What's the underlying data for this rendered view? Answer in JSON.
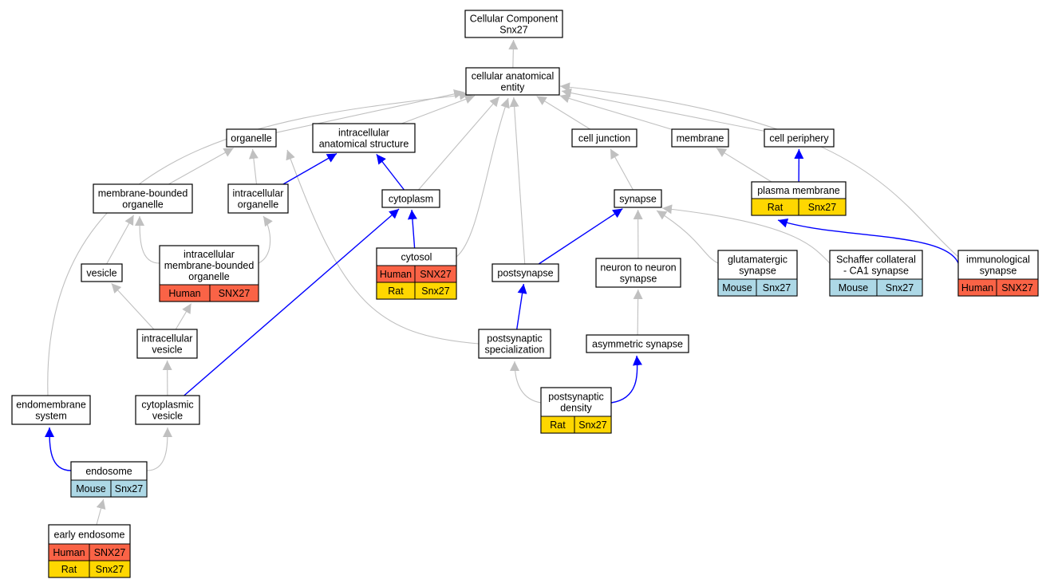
{
  "colors": {
    "Human": "#fa6346",
    "Rat": "#ffd700",
    "Mouse": "#add8e6",
    "edge_default": "#c0c0c0",
    "edge_highlight": "#0000ff"
  },
  "nodes": {
    "root": {
      "lines": [
        "Cellular Component",
        "Snx27"
      ]
    },
    "cae": {
      "lines": [
        "cellular anatomical",
        "entity"
      ]
    },
    "organelle": {
      "lines": [
        "organelle"
      ]
    },
    "ias": {
      "lines": [
        "intracellular",
        "anatomical structure"
      ]
    },
    "celljunction": {
      "lines": [
        "cell junction"
      ]
    },
    "membrane": {
      "lines": [
        "membrane"
      ]
    },
    "cellperiphery": {
      "lines": [
        "cell periphery"
      ]
    },
    "mbo": {
      "lines": [
        "membrane-bounded",
        "organelle"
      ]
    },
    "io": {
      "lines": [
        "intracellular",
        "organelle"
      ]
    },
    "cytoplasm": {
      "lines": [
        "cytoplasm"
      ]
    },
    "synapse": {
      "lines": [
        "synapse"
      ]
    },
    "plasmamembrane": {
      "lines": [
        "plasma membrane"
      ],
      "rows": [
        [
          "Rat",
          "Snx27"
        ]
      ]
    },
    "vesicle": {
      "lines": [
        "vesicle"
      ]
    },
    "imbo": {
      "lines": [
        "intracellular",
        "membrane-bounded",
        "organelle"
      ],
      "rows": [
        [
          "Human",
          "SNX27"
        ]
      ]
    },
    "cytosol": {
      "lines": [
        "cytosol"
      ],
      "rows": [
        [
          "Human",
          "SNX27"
        ],
        [
          "Rat",
          "Snx27"
        ]
      ]
    },
    "postsynapse": {
      "lines": [
        "postsynapse"
      ]
    },
    "n2n": {
      "lines": [
        "neuron to neuron",
        "synapse"
      ]
    },
    "glut": {
      "lines": [
        "glutamatergic",
        "synapse"
      ],
      "rows": [
        [
          "Mouse",
          "Snx27"
        ]
      ]
    },
    "schaffer": {
      "lines": [
        "Schaffer collateral",
        "- CA1 synapse"
      ],
      "rows": [
        [
          "Mouse",
          "Snx27"
        ]
      ]
    },
    "immuno": {
      "lines": [
        "immunological",
        "synapse"
      ],
      "rows": [
        [
          "Human",
          "SNX27"
        ]
      ]
    },
    "iv": {
      "lines": [
        "intracellular",
        "vesicle"
      ]
    },
    "pss": {
      "lines": [
        "postsynaptic",
        "specialization"
      ]
    },
    "asym": {
      "lines": [
        "asymmetric synapse"
      ]
    },
    "endomembrane": {
      "lines": [
        "endomembrane",
        "system"
      ]
    },
    "cv": {
      "lines": [
        "cytoplasmic",
        "vesicle"
      ]
    },
    "psd": {
      "lines": [
        "postsynaptic",
        "density"
      ],
      "rows": [
        [
          "Rat",
          "Snx27"
        ]
      ]
    },
    "endosome": {
      "lines": [
        "endosome"
      ],
      "rows": [
        [
          "Mouse",
          "Snx27"
        ]
      ]
    },
    "earlyendo": {
      "lines": [
        "early endosome"
      ],
      "rows": [
        [
          "Human",
          "SNX27"
        ],
        [
          "Rat",
          "Snx27"
        ]
      ]
    }
  },
  "edges": [
    {
      "from": "cae",
      "to": "root",
      "highlight": false
    },
    {
      "from": "organelle",
      "to": "cae",
      "highlight": false
    },
    {
      "from": "ias",
      "to": "cae",
      "highlight": false
    },
    {
      "from": "celljunction",
      "to": "cae",
      "highlight": false
    },
    {
      "from": "membrane",
      "to": "cae",
      "highlight": false
    },
    {
      "from": "cellperiphery",
      "to": "cae",
      "highlight": false
    },
    {
      "from": "endomembrane",
      "to": "cae",
      "highlight": false
    },
    {
      "from": "cytoplasm",
      "to": "cae",
      "highlight": false
    },
    {
      "from": "cytosol",
      "to": "cae",
      "highlight": false
    },
    {
      "from": "postsynapse",
      "to": "cae",
      "highlight": false
    },
    {
      "from": "immuno",
      "to": "cae",
      "highlight": false
    },
    {
      "from": "mbo",
      "to": "organelle",
      "highlight": false
    },
    {
      "from": "io",
      "to": "organelle",
      "highlight": false
    },
    {
      "from": "pss",
      "to": "organelle",
      "highlight": false
    },
    {
      "from": "io",
      "to": "ias",
      "highlight": true
    },
    {
      "from": "cytoplasm",
      "to": "ias",
      "highlight": true
    },
    {
      "from": "synapse",
      "to": "celljunction",
      "highlight": false
    },
    {
      "from": "plasmamembrane",
      "to": "membrane",
      "highlight": false
    },
    {
      "from": "plasmamembrane",
      "to": "cellperiphery",
      "highlight": true
    },
    {
      "from": "vesicle",
      "to": "mbo",
      "highlight": false
    },
    {
      "from": "imbo",
      "to": "mbo",
      "highlight": false
    },
    {
      "from": "imbo",
      "to": "io",
      "highlight": false
    },
    {
      "from": "cytosol",
      "to": "cytoplasm",
      "highlight": true
    },
    {
      "from": "cv",
      "to": "cytoplasm",
      "highlight": true
    },
    {
      "from": "postsynapse",
      "to": "synapse",
      "highlight": true
    },
    {
      "from": "n2n",
      "to": "synapse",
      "highlight": false
    },
    {
      "from": "glut",
      "to": "synapse",
      "highlight": false
    },
    {
      "from": "schaffer",
      "to": "synapse",
      "highlight": false
    },
    {
      "from": "immuno",
      "to": "plasmamembrane",
      "highlight": true
    },
    {
      "from": "iv",
      "to": "vesicle",
      "highlight": false
    },
    {
      "from": "iv",
      "to": "imbo",
      "highlight": false
    },
    {
      "from": "pss",
      "to": "postsynapse",
      "highlight": true
    },
    {
      "from": "asym",
      "to": "n2n",
      "highlight": false
    },
    {
      "from": "cv",
      "to": "iv",
      "highlight": false
    },
    {
      "from": "psd",
      "to": "pss",
      "highlight": false
    },
    {
      "from": "psd",
      "to": "asym",
      "highlight": true
    },
    {
      "from": "endosome",
      "to": "endomembrane",
      "highlight": true
    },
    {
      "from": "endosome",
      "to": "cv",
      "highlight": false
    },
    {
      "from": "earlyendo",
      "to": "endosome",
      "highlight": false
    }
  ]
}
